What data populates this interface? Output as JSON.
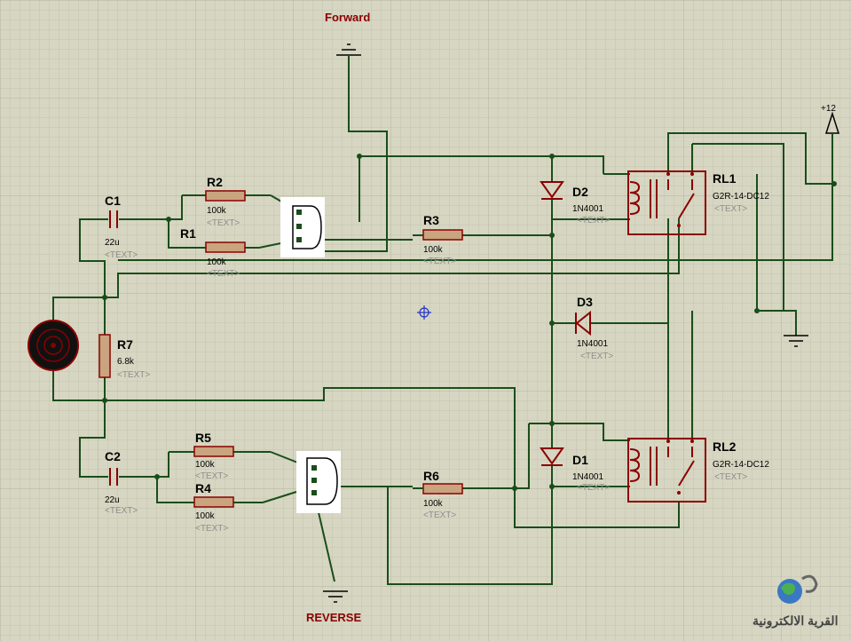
{
  "labels": {
    "forward": "Forward",
    "reverse": "REVERSE",
    "supply": "+12",
    "text_placeholder": "<TEXT>",
    "watermark": "القرية الالكترونية"
  },
  "components": {
    "c1": {
      "ref": "C1",
      "value": "22u"
    },
    "c2": {
      "ref": "C2",
      "value": "22u"
    },
    "r1": {
      "ref": "R1",
      "value": "100k"
    },
    "r2": {
      "ref": "R2",
      "value": "100k"
    },
    "r3": {
      "ref": "R3",
      "value": "100k"
    },
    "r4": {
      "ref": "R4",
      "value": "100k"
    },
    "r5": {
      "ref": "R5",
      "value": "100k"
    },
    "r6": {
      "ref": "R6",
      "value": "100k"
    },
    "r7": {
      "ref": "R7",
      "value": "6.8k"
    },
    "d1": {
      "ref": "D1",
      "value": "1N4001"
    },
    "d2": {
      "ref": "D2",
      "value": "1N4001"
    },
    "d3": {
      "ref": "D3",
      "value": "1N4001"
    },
    "rl1": {
      "ref": "RL1",
      "value": "G2R-14-DC12"
    },
    "rl2": {
      "ref": "RL2",
      "value": "G2R-14-DC12"
    }
  },
  "colors": {
    "background": "#d6d6c2",
    "grid_minor": "#c4c4ae",
    "grid_major": "#b4b49c",
    "wire": "#1a4d1a",
    "component": "#8b0000",
    "resistor_fill": "#c9a47e",
    "placeholder": "#8e8e8e",
    "terminal_label": "#8b0000"
  }
}
